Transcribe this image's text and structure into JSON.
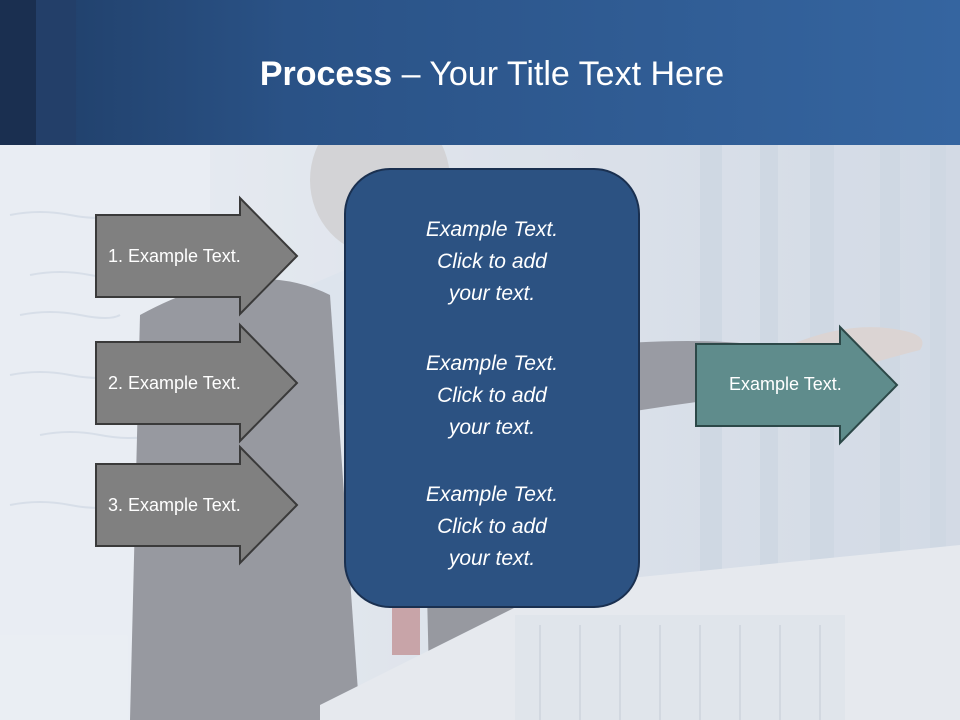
{
  "title": {
    "strong": "Process",
    "rest": " – Your Title Text Here"
  },
  "left_arrows": [
    {
      "label": "1. Example Text."
    },
    {
      "label": "2. Example Text."
    },
    {
      "label": "3. Example Text."
    }
  ],
  "center_box": {
    "paragraphs": [
      {
        "line1": "Example Text.",
        "line2": "Click  to add",
        "line3": "your text."
      },
      {
        "line1": "Example Text.",
        "line2": "Click  to add",
        "line3": "your text."
      },
      {
        "line1": "Example Text.",
        "line2": "Click  to add",
        "line3": "your text."
      }
    ]
  },
  "right_arrow": {
    "label": "Example Text."
  },
  "colors": {
    "header_blue": "#3565a0",
    "box_blue": "#2c5282",
    "arrow_gray": "#808080",
    "arrow_teal": "#5f8c8c"
  }
}
